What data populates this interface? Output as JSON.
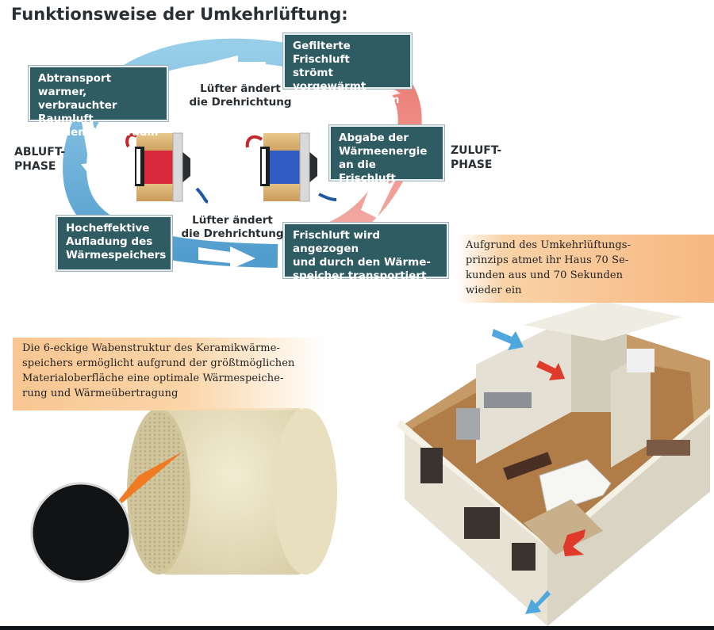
{
  "title": "Funktionsweise der Umkehrlüftung:",
  "boxes": {
    "abtransport": [
      "Abtransport warmer,",
      "verbrauchter Raumluft",
      "aus dem Wohnraum"
    ],
    "gefilterte": [
      "Gefilterte Frischluft",
      "strömt vorgewärmt",
      "in den Wohnraum"
    ],
    "abgabe": [
      "Abgabe der",
      "Wärmeenergie",
      "an die Frischluft"
    ],
    "hocheffektive": [
      "Hocheffektive",
      "Aufladung des",
      "Wärmespeichers"
    ],
    "frischluft": [
      "Frischluft wird angezogen",
      "und durch den Wärme-",
      "speicher transportiert"
    ]
  },
  "fan_top": [
    "Lüfter ändert",
    "die Drehrichtung"
  ],
  "fan_bottom": [
    "Lüfter ändert",
    "die Drehrichtung"
  ],
  "phase_left": [
    "ABLUFT-",
    "PHASE"
  ],
  "phase_right": [
    "ZULUFT-",
    "PHASE"
  ],
  "note_right": [
    "Aufgrund  des  Umkehrlüftungs-",
    "prinzips  atmet  ihr  Haus  70  Se-",
    "kunden  aus  und  70  Sekunden",
    "wieder ein"
  ],
  "note_left": [
    "Die 6-eckige Wabenstruktur des Keramikwärme-",
    "speichers ermöglicht aufgrund der größtmöglichen",
    "Materialoberfläche eine optimale Wärmespeiche-",
    "rung und Wärmeübertragung"
  ],
  "colors": {
    "box_bg": "#2f5b63",
    "cold_arrow": "#5aaed6",
    "warm_arrow": "#e0524a",
    "note_orange": "#f8c692"
  }
}
